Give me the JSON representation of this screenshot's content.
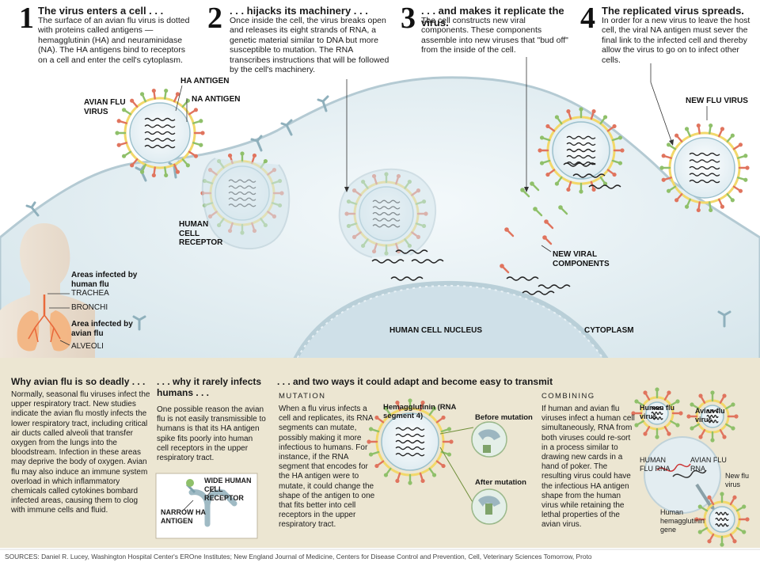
{
  "steps": [
    {
      "number": "1",
      "title": "The virus enters a cell . . .",
      "body": "The surface of an avian flu virus is dotted with proteins called antigens — hemagglutinin (HA) and neuraminidase (NA). The HA antigens bind to receptors on a cell and enter the cell's cytoplasm."
    },
    {
      "number": "2",
      "title": ". . . hijacks its machinery . . .",
      "body": "Once inside the cell, the virus breaks open and releases its eight strands of RNA, a genetic material similar to DNA but more susceptible to mutation. The RNA transcribes instructions that will be followed by the cell's machinery."
    },
    {
      "number": "3",
      "title": ". . . and makes it replicate the virus.",
      "body": "The cell constructs new viral components. These components assemble into new viruses that \"bud off\" from the inside of the cell."
    },
    {
      "number": "4",
      "title": "The replicated virus spreads.",
      "body": "In order for a new virus to leave the host cell, the viral NA antigen must sever the final link to the infected cell and thereby allow the virus to go on to infect other cells."
    }
  ],
  "labels": {
    "avian_flu_virus": "AVIAN FLU VIRUS",
    "ha_antigen": "HA ANTIGEN",
    "na_antigen": "NA ANTIGEN",
    "human_cell_receptor": "HUMAN CELL RECEPTOR",
    "new_flu_virus": "NEW FLU VIRUS",
    "new_viral_components": "NEW VIRAL COMPONENTS",
    "human_cell_nucleus": "HUMAN CELL NUCLEUS",
    "cytoplasm": "CYTOPLASM"
  },
  "body_figure": {
    "areas_human": "Areas infected by human flu",
    "trachea": "TRACHEA",
    "bronchi": "BRONCHI",
    "area_avian": "Area infected by avian flu",
    "alveoli": "ALVEOLI"
  },
  "sections": {
    "deadly": {
      "heading": "Why avian flu is so deadly . . .",
      "body": "Normally, seasonal flu viruses infect the upper respiratory tract. New studies indicate the avian flu mostly infects the lower respiratory tract, including critical air ducts called alveoli that transfer oxygen from the lungs into the bloodstream. Infection in these areas may deprive the body of oxygen. Avian flu may also induce an immune system overload in which inflammatory chemicals called cytokines bombard infected areas, causing them to clog with immune cells and fluid."
    },
    "rarely": {
      "heading": ". . . why it rarely infects humans . . .",
      "body": "One possible reason the avian flu is not easily transmissible to humans is that its HA antigen spike fits poorly into human cell receptors in the upper respiratory tract.",
      "wide_receptor": "WIDE HUMAN CELL RECEPTOR",
      "narrow_antigen": "NARROW HA ANTIGEN"
    },
    "adapt": {
      "heading": ". . . and two ways it could adapt and become easy to transmit"
    },
    "mutation": {
      "heading": "MUTATION",
      "body": "When a flu virus infects a cell and replicates, its RNA segments can mutate, possibly making it more infectious to humans. For instance, if the RNA segment that encodes for the HA antigen were to mutate, it could change the shape of the antigen to one that fits better into cell receptors in the upper respiratory tract.",
      "hemagglutinin": "Hemagglutinin (RNA segment 4)",
      "before": "Before mutation",
      "after": "After mutation"
    },
    "combining": {
      "heading": "COMBINING",
      "body": "If human and avian flu viruses infect a human cell simultaneously, RNA from both viruses could re-sort in a process similar to drawing new cards in a hand of poker. The resulting virus could have the infectious HA antigen shape from the human virus while retaining the lethal properties of the avian virus.",
      "human_flu_virus": "Human flu virus",
      "avian_flu_virus": "Avian flu virus",
      "human_flu_rna": "HUMAN FLU RNA",
      "avian_flu_rna": "AVIAN FLU RNA",
      "new_flu_virus": "New flu virus",
      "human_ha_gene": "Human hemagglutinin gene"
    }
  },
  "sources": "SOURCES: Daniel R. Lucey, Washington Hospital Center's EROne Institutes; New England Journal of Medicine, Centers for Disease Control and Prevention, Cell, Veterinary Sciences Tomorrow, Proto",
  "colors": {
    "cell_fill": "#dde9ee",
    "cell_edge": "#a9c3cd",
    "panel_bg": "#ece6d2",
    "antigen_red": "#e0745e",
    "antigen_green": "#8fc06a",
    "membrane_yellow": "#f2d86a"
  }
}
